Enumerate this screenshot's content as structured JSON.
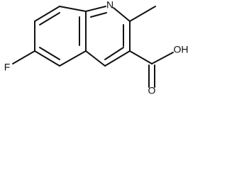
{
  "molecule": {
    "labels": {
      "fluorine": "F",
      "nitrogen": "N",
      "hydroxyl": "OH",
      "carbonyl_oxygen": "O"
    }
  }
}
